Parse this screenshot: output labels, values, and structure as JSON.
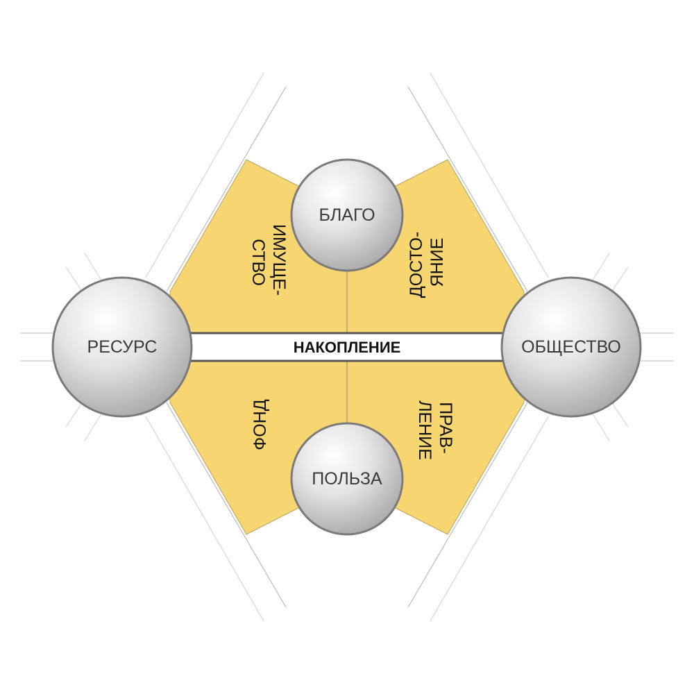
{
  "colors": {
    "sector_fill": "#f7d571",
    "sector_stroke": "#b8a060",
    "line": "#c6c6c6",
    "bar_fill": "#ffffff",
    "bar_stroke": "#555555"
  },
  "nodes": {
    "top": "БЛАГО",
    "bottom": "ПОЛЬЗА",
    "left": "РЕСУРС",
    "right": "ОБЩЕСТВО"
  },
  "bar": {
    "label": "НАКОПЛЕНИЕ"
  },
  "sectors": {
    "top_left": [
      "ИМУЩЕ-",
      "СТВО"
    ],
    "top_right": [
      "ДОСТО-",
      "ЯНИЕ"
    ],
    "bottom_left": [
      "ФОНД"
    ],
    "bottom_right": [
      "ПРАВ-",
      "ЛЕНИЕ"
    ]
  }
}
